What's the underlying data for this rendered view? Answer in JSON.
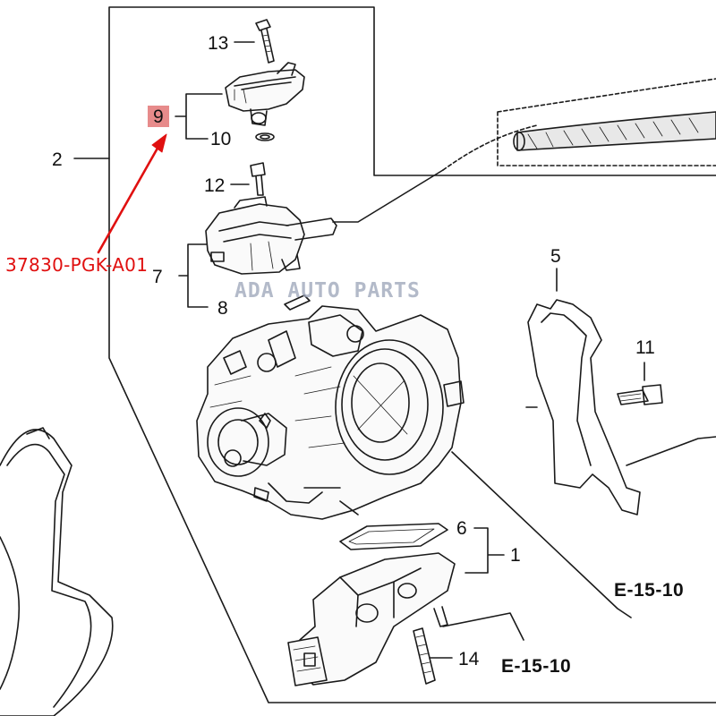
{
  "diagram": {
    "callouts": {
      "c1": "1",
      "c2": "2",
      "c5": "5",
      "c6": "6",
      "c7": "7",
      "c8": "8",
      "c9": "9",
      "c10": "10",
      "c11": "11",
      "c12": "12",
      "c13": "13",
      "c14": "14"
    },
    "refs": {
      "r1": "E-15-10",
      "r2": "E-15-10"
    },
    "highlight_color": "#e78b8b"
  },
  "annotation": {
    "part_number": "37830-PGK-A01",
    "color": "#e01010"
  },
  "watermark": {
    "text": "ADA AUTO PARTS"
  }
}
